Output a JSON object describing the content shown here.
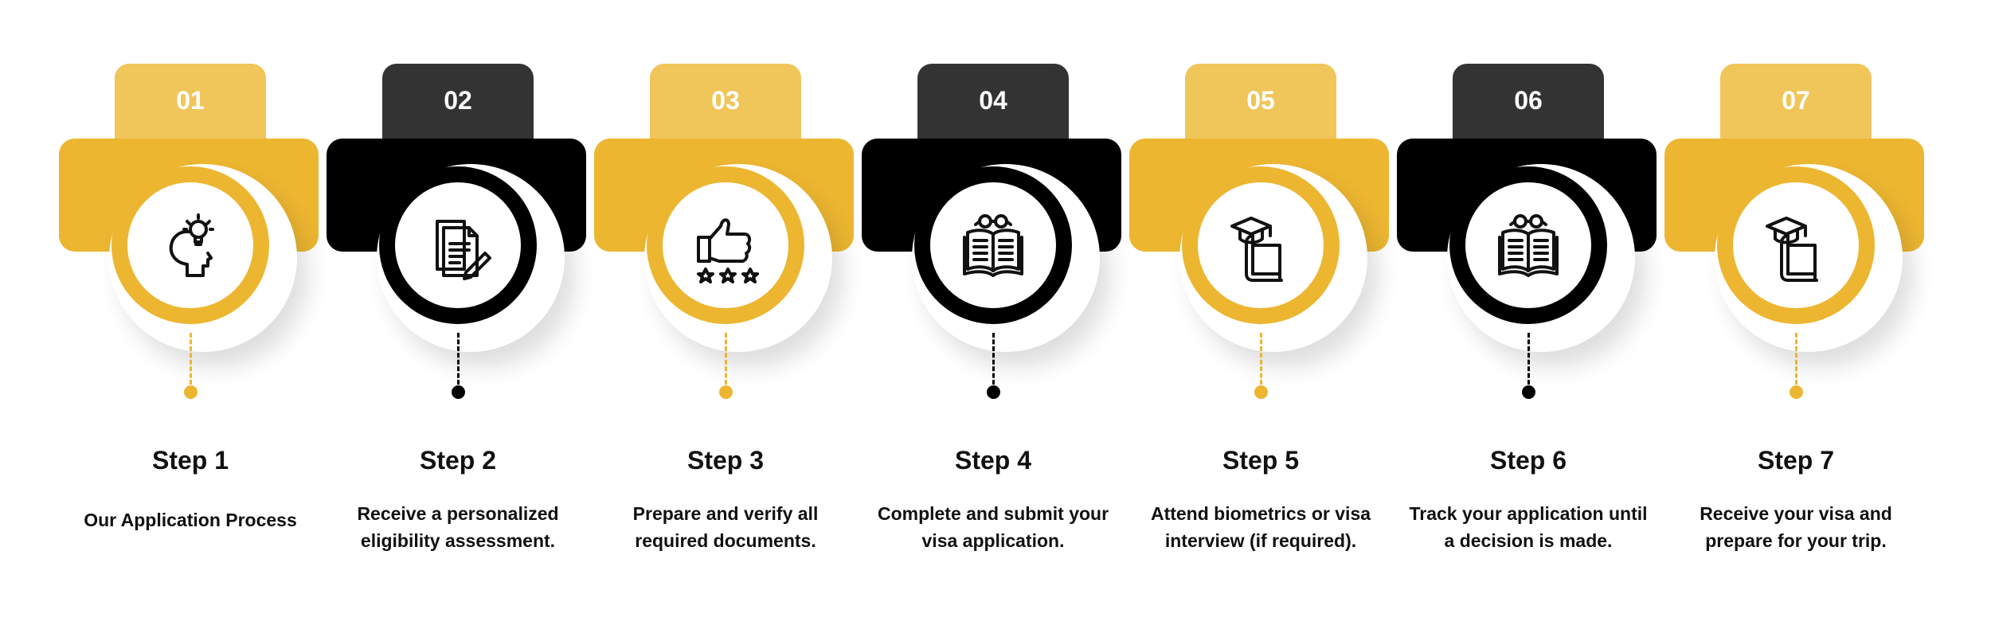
{
  "colors": {
    "yellow": "#ecb631",
    "yellow_light": "#f0c55a",
    "black": "#000000",
    "charcoal": "#333333"
  },
  "steps": [
    {
      "number": "01",
      "title": "Step 1",
      "description": "Our Application Process",
      "theme": "yellow",
      "icon": "head-lightbulb-icon"
    },
    {
      "number": "02",
      "title": "Step 2",
      "description": "Receive a personalized eligibility assessment.",
      "theme": "black",
      "icon": "document-pen-icon"
    },
    {
      "number": "03",
      "title": "Step 3",
      "description": "Prepare and verify all required documents.",
      "theme": "yellow",
      "icon": "thumbs-up-stars-icon"
    },
    {
      "number": "04",
      "title": "Step 4",
      "description": "Complete and submit your visa application.",
      "theme": "black",
      "icon": "open-book-glasses-icon"
    },
    {
      "number": "05",
      "title": "Step 5",
      "description": "Attend biometrics or visa interview (if required).",
      "theme": "yellow",
      "icon": "graduation-cap-book-icon"
    },
    {
      "number": "06",
      "title": "Step 6",
      "description": "Track your application until a decision is made.",
      "theme": "black",
      "icon": "open-book-glasses-icon"
    },
    {
      "number": "07",
      "title": "Step 7",
      "description": "Receive your visa and prepare for your trip.",
      "theme": "yellow",
      "icon": "graduation-cap-book-icon"
    }
  ]
}
